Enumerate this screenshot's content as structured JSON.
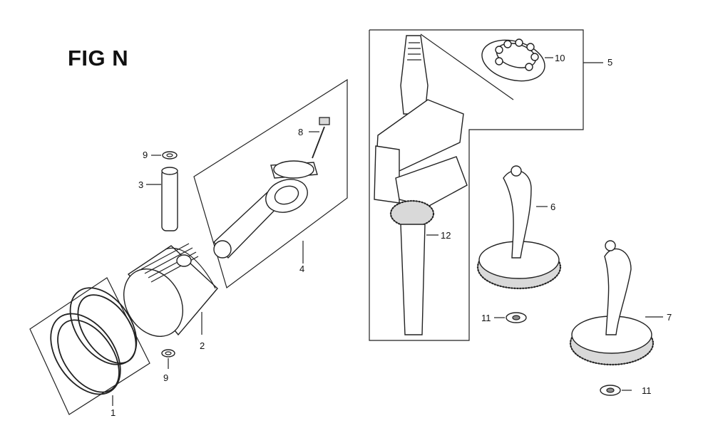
{
  "figure": {
    "title": "FIG N"
  },
  "callouts": {
    "c1": "1",
    "c2": "2",
    "c3": "3",
    "c4": "4",
    "c5": "5",
    "c6": "6",
    "c7": "7",
    "c8": "8",
    "c9_top": "9",
    "c9_bottom": "9",
    "c10": "10",
    "c11_mid": "11",
    "c11_bottom": "11",
    "c12": "12"
  }
}
